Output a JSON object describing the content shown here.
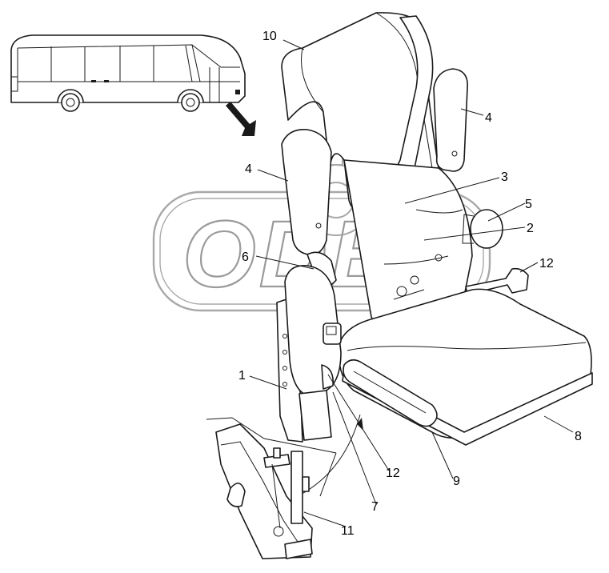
{
  "diagram": {
    "callouts": [
      {
        "id": "c10",
        "text": "10"
      },
      {
        "id": "c4a",
        "text": "4"
      },
      {
        "id": "c4b",
        "text": "4"
      },
      {
        "id": "c3",
        "text": "3"
      },
      {
        "id": "c5",
        "text": "5"
      },
      {
        "id": "c2",
        "text": "2"
      },
      {
        "id": "c6",
        "text": "6"
      },
      {
        "id": "c12a",
        "text": "12"
      },
      {
        "id": "c1",
        "text": "1"
      },
      {
        "id": "c12b",
        "text": "12"
      },
      {
        "id": "c7",
        "text": "7"
      },
      {
        "id": "c9",
        "text": "9"
      },
      {
        "id": "c8",
        "text": "8"
      },
      {
        "id": "c11",
        "text": "11"
      }
    ],
    "watermark": "ODEX"
  }
}
